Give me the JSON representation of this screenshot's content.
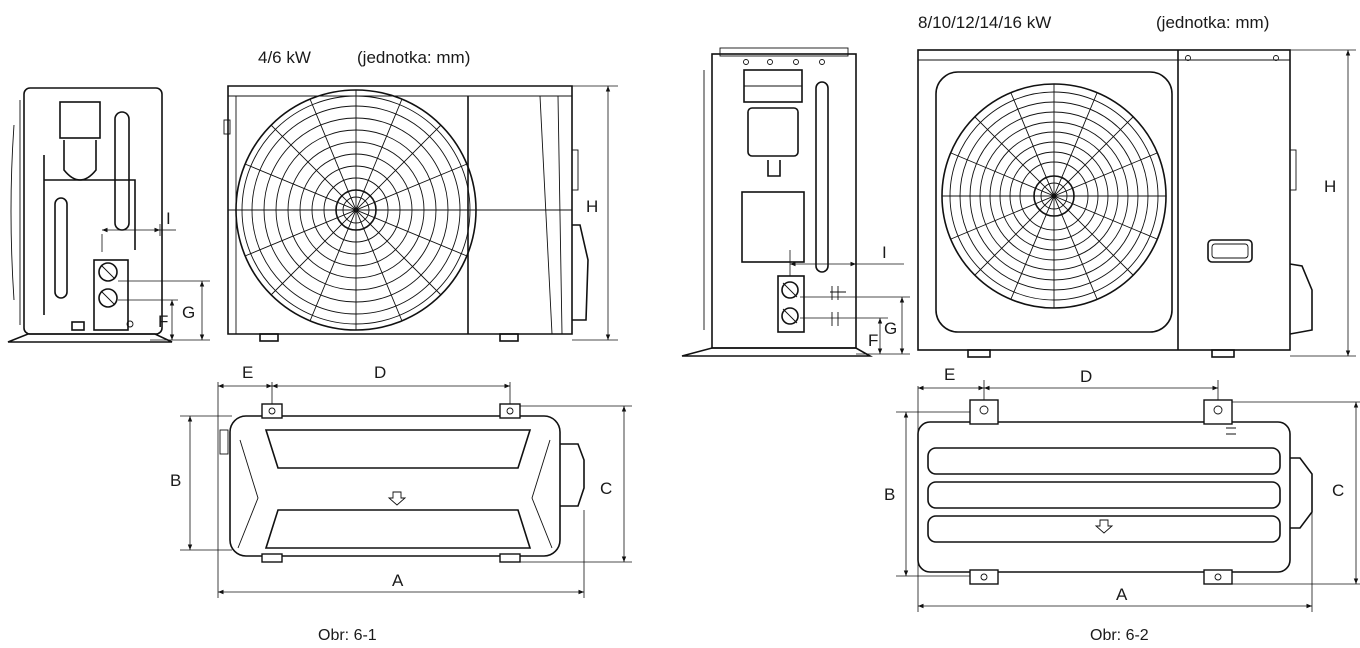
{
  "figure1": {
    "title": "4/6 kW",
    "unit": "(jednotka: mm)",
    "caption": "Obr: 6-1",
    "labels": {
      "A": "A",
      "B": "B",
      "C": "C",
      "D": "D",
      "E": "E",
      "F": "F",
      "G": "G",
      "H": "H",
      "I": "I"
    }
  },
  "figure2": {
    "title": "8/10/12/14/16 kW",
    "unit": "(jednotka: mm)",
    "caption": "Obr: 6-2",
    "labels": {
      "A": "A",
      "B": "B",
      "C": "C",
      "D": "D",
      "E": "E",
      "F": "F",
      "G": "G",
      "H": "H",
      "I": "I"
    }
  }
}
